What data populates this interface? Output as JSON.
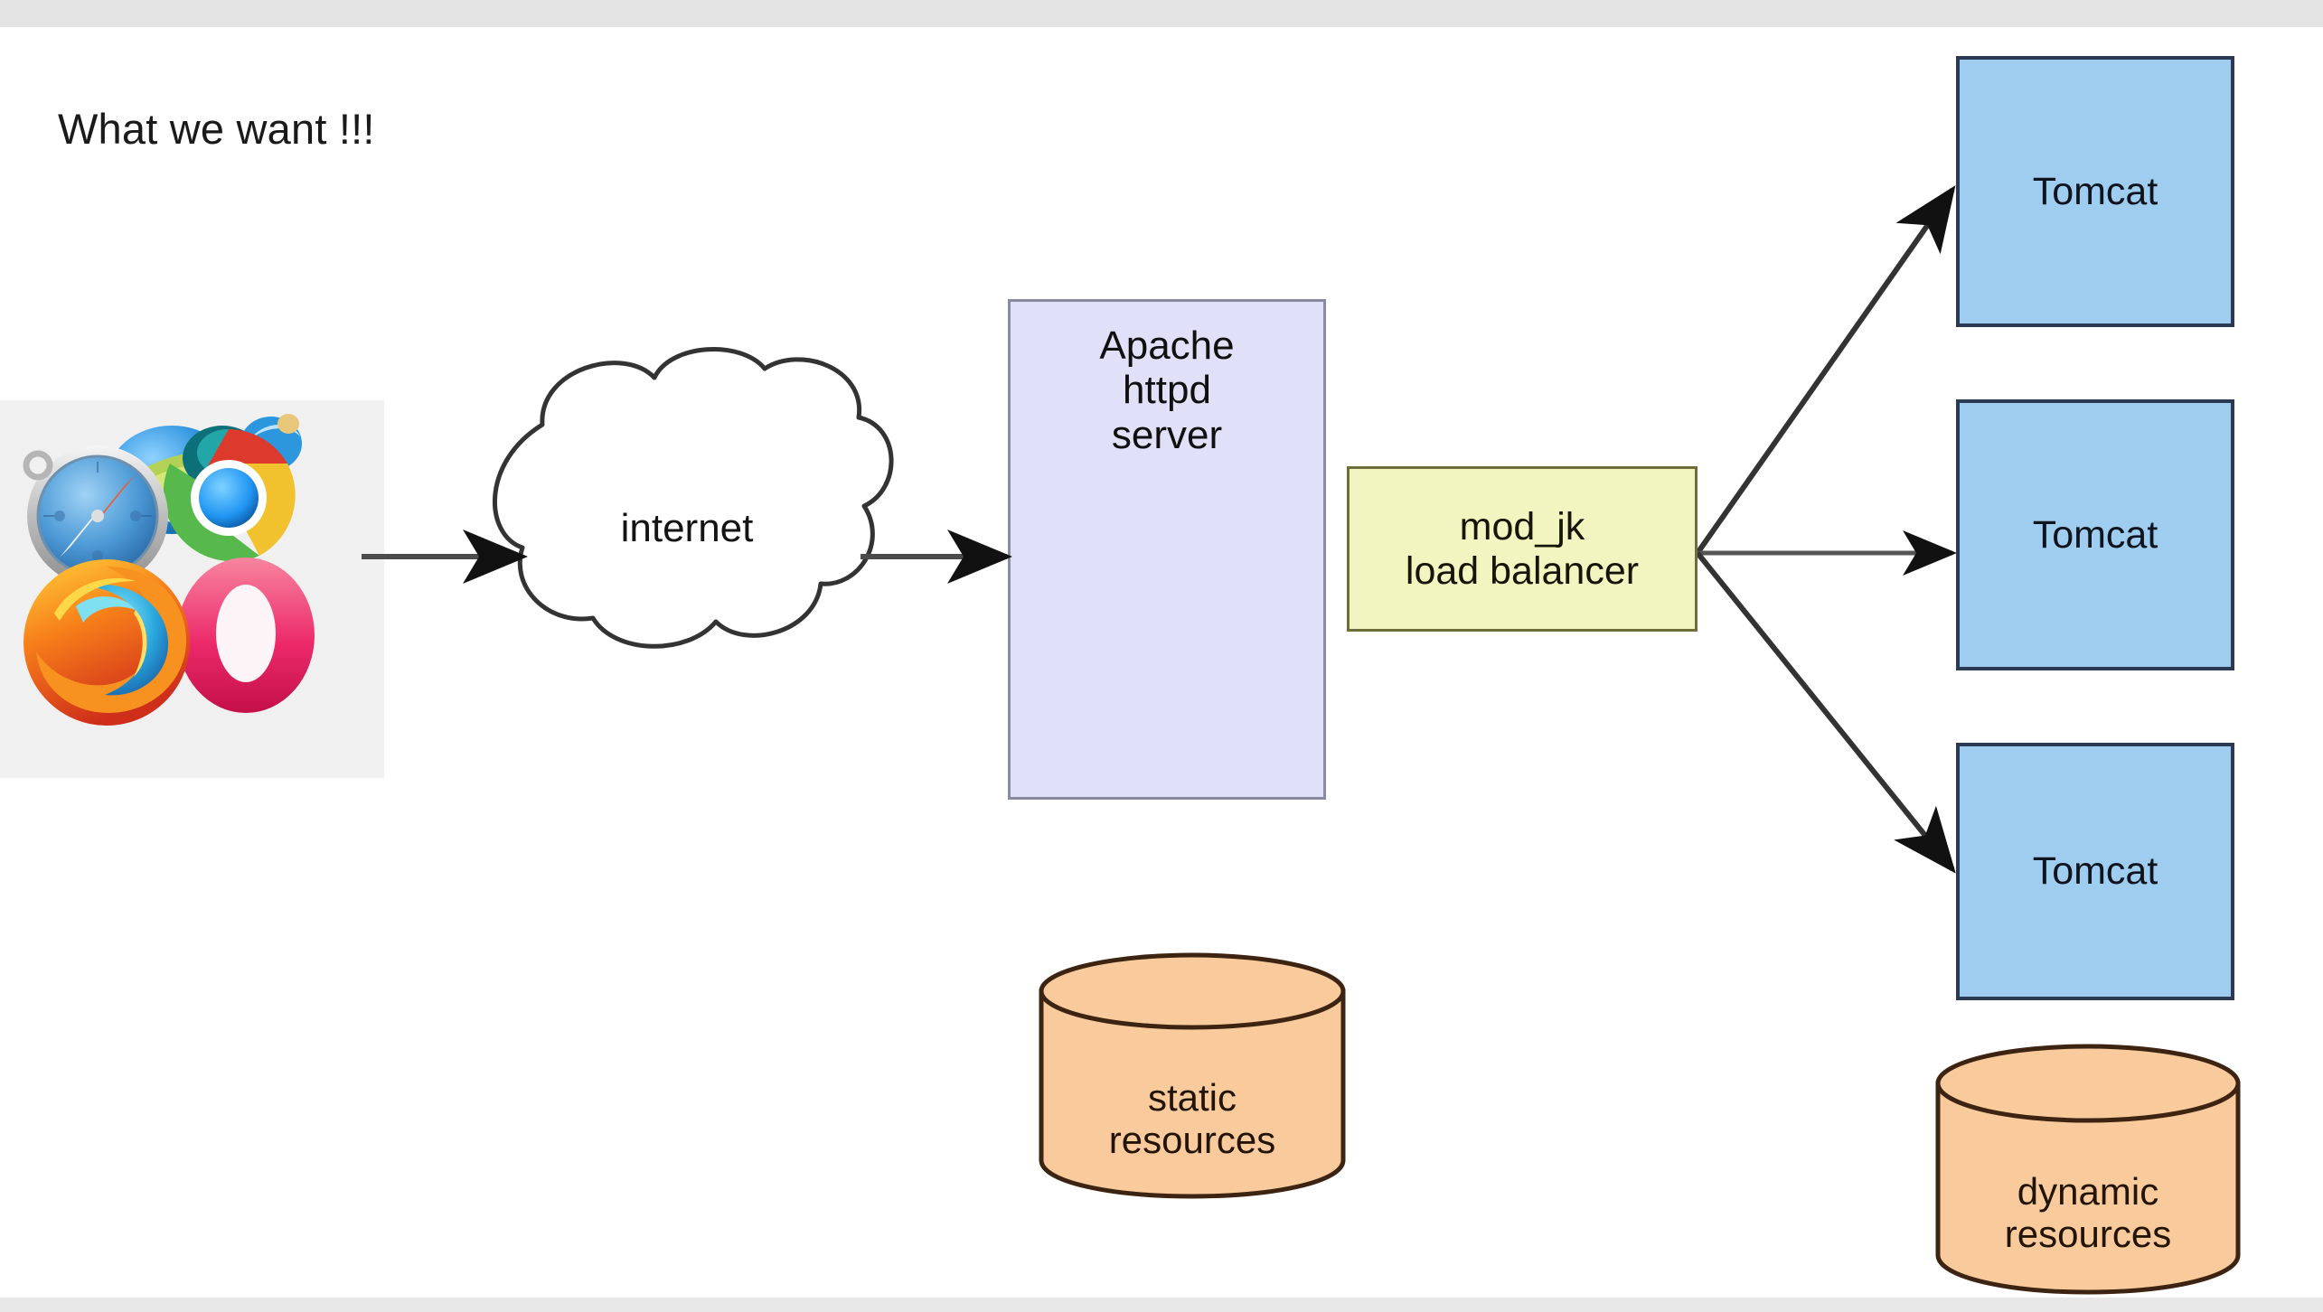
{
  "slide": {
    "title": "What we want !!!",
    "background": "#ffffff",
    "topbar_color": "#e4e4e4"
  },
  "clients": {
    "panel_name": "web-browsers-image",
    "background": "#f0f0f0",
    "icons": [
      {
        "name": "safari-icon",
        "label": "Safari"
      },
      {
        "name": "internet-explorer-icon",
        "label": "Internet Explorer"
      },
      {
        "name": "chrome-icon",
        "label": "Chrome"
      },
      {
        "name": "firefox-icon",
        "label": "Firefox"
      },
      {
        "name": "opera-icon",
        "label": "Opera"
      }
    ]
  },
  "cloud": {
    "label": "internet",
    "fill": "#ffffff",
    "stroke": "#333333"
  },
  "apache": {
    "line1": "Apache",
    "line2": "httpd",
    "line3": "server",
    "fill": "#e0e0f8",
    "stroke": "#8a8aa0"
  },
  "modjk": {
    "line1": "mod_jk",
    "line2": "load balancer",
    "fill": "#f2f5bf",
    "stroke": "#6e6e3a"
  },
  "tomcats": [
    {
      "label": "Tomcat"
    },
    {
      "label": "Tomcat"
    },
    {
      "label": "Tomcat"
    }
  ],
  "tomcat_style": {
    "fill": "#9fcdf0",
    "stroke": "#2b3a52"
  },
  "datastores": [
    {
      "name": "static-resources-cylinder",
      "line1": "static",
      "line2": "resources"
    },
    {
      "name": "dynamic-resources-cylinder",
      "line1": "dynamic",
      "line2": "resources"
    }
  ],
  "datastore_style": {
    "fill": "#f9cb9c",
    "stroke": "#3d2412"
  },
  "connectors": [
    {
      "name": "browsers-to-internet-arrow",
      "from": "browsers",
      "to": "internet"
    },
    {
      "name": "internet-to-apache-arrow",
      "from": "internet",
      "to": "apache"
    },
    {
      "name": "modjk-to-tomcat-1-arrow",
      "from": "mod_jk",
      "to": "tomcat-1"
    },
    {
      "name": "modjk-to-tomcat-2-arrow",
      "from": "mod_jk",
      "to": "tomcat-2"
    },
    {
      "name": "modjk-to-tomcat-3-arrow",
      "from": "mod_jk",
      "to": "tomcat-3"
    }
  ]
}
